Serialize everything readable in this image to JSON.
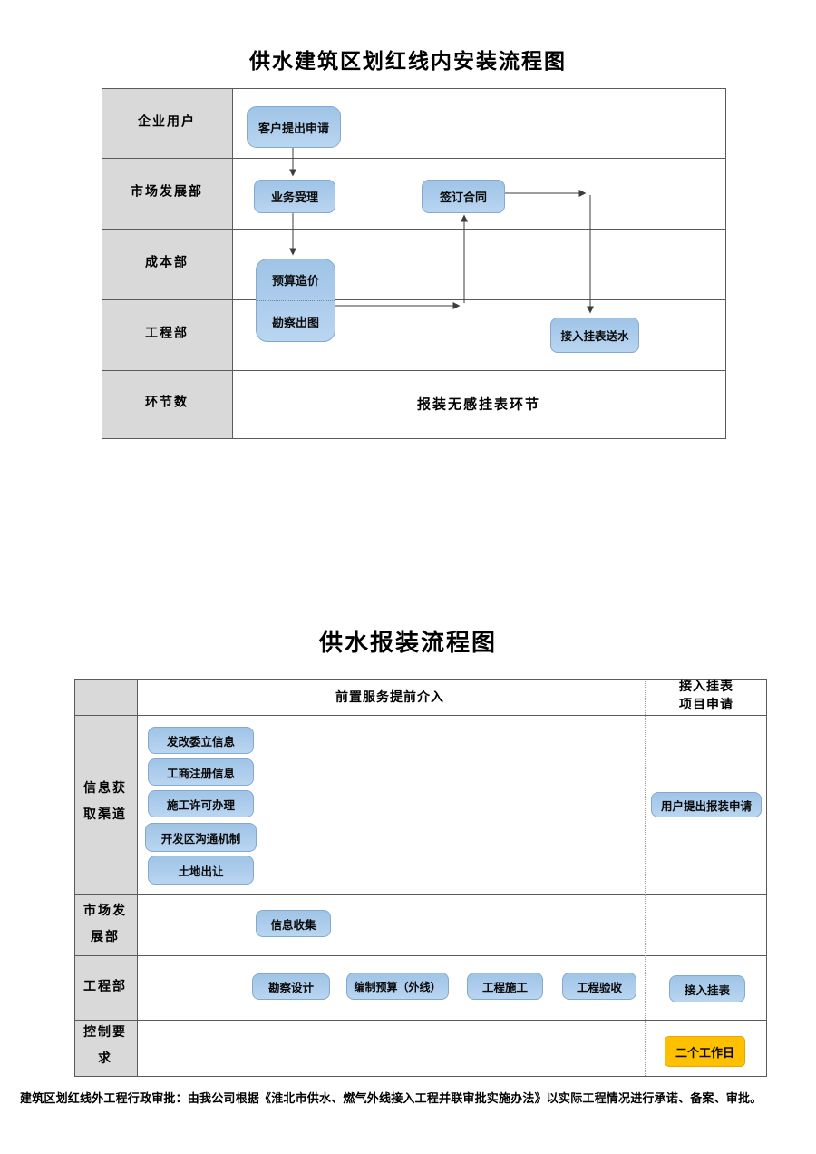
{
  "page": {
    "footnote": "建筑区划红线外工程行政审批：由我公司根据《淮北市供水、燃气外线接入工程并联审批实施办法》以实际工程情况进行承诺、备案、审批。"
  },
  "chart1": {
    "title": "供水建筑区划红线内安装流程图",
    "lanes": [
      "企业用户",
      "市场发展部",
      "成本部",
      "工程部",
      "环节数"
    ],
    "nodes": {
      "apply": "客户提出申请",
      "accept": "业务受理",
      "contract": "签订合同",
      "budget": "预算造价",
      "survey": "勘察出图",
      "meter": "接入挂表送水"
    },
    "note": "报装无感挂表环节",
    "edges": [
      "客户提出申请→业务受理",
      "业务受理→预算造价",
      "勘察出图→签订合同",
      "签订合同→接入挂表送水"
    ]
  },
  "chart2": {
    "title": "供水报装流程图",
    "header": {
      "left": "前置服务提前介入",
      "right": [
        "接入挂表",
        "项目申请"
      ]
    },
    "lanes": [
      [
        "信息获",
        "取渠道"
      ],
      [
        "市场发",
        "展部"
      ],
      [
        "工程部"
      ],
      [
        "控制要",
        "求"
      ]
    ],
    "nodes": {
      "ndrc": "发改委立信息",
      "business": "工商注册信息",
      "permit": "施工许可办理",
      "devzone": "开发区沟通机制",
      "land": "土地出让",
      "collect": "信息收集",
      "survey": "勘察设计",
      "budget": "编制预算（外线）",
      "construction": "工程施工",
      "inspection": "工程验收",
      "userapply": "用户提出报装申请",
      "meter": "接入挂表",
      "days": "二个工作日"
    },
    "edges": [
      "发改委立信息/工商注册信息/施工许可办理/开发区沟通机制/土地出让→信息收集",
      "信息收集→勘察设计",
      "勘察设计→编制预算（外线）",
      "编制预算（外线）→工程施工",
      "工程施工→工程验收",
      "用户提出报装申请→接入挂表"
    ]
  }
}
